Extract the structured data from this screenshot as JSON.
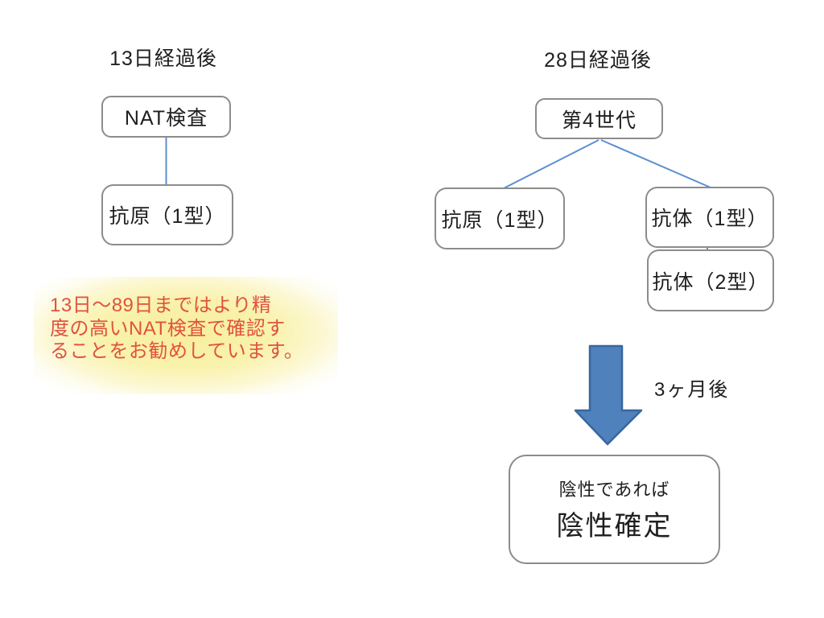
{
  "page": {
    "background": "#ffffff"
  },
  "left_flow": {
    "heading": "13日経過後",
    "top_box": "NAT検査",
    "bottom_box": "抗原（1型）"
  },
  "note": {
    "line1": "13日～89日まではより精",
    "line2": "度の高いNAT検査で確認す",
    "line3": "ることをお勧めしています。",
    "text_color": "#e0533f",
    "highlight_color": "#f7ee9c"
  },
  "right_flow": {
    "heading": "28日経過後",
    "root_box": "第4世代",
    "child_left": "抗原（1型）",
    "child_right_top": "抗体（1型）",
    "child_right_bottom": "抗体（2型）",
    "arrow_label": "3ヶ月後",
    "result_line1": "陰性であれば",
    "result_line2": "陰性確定"
  },
  "colors": {
    "connector": "#5b8fd0",
    "arrow_fill": "#4f81bd",
    "arrow_stroke": "#39679e",
    "box_border": "#8c8c8c",
    "text": "#1f1f1f"
  }
}
